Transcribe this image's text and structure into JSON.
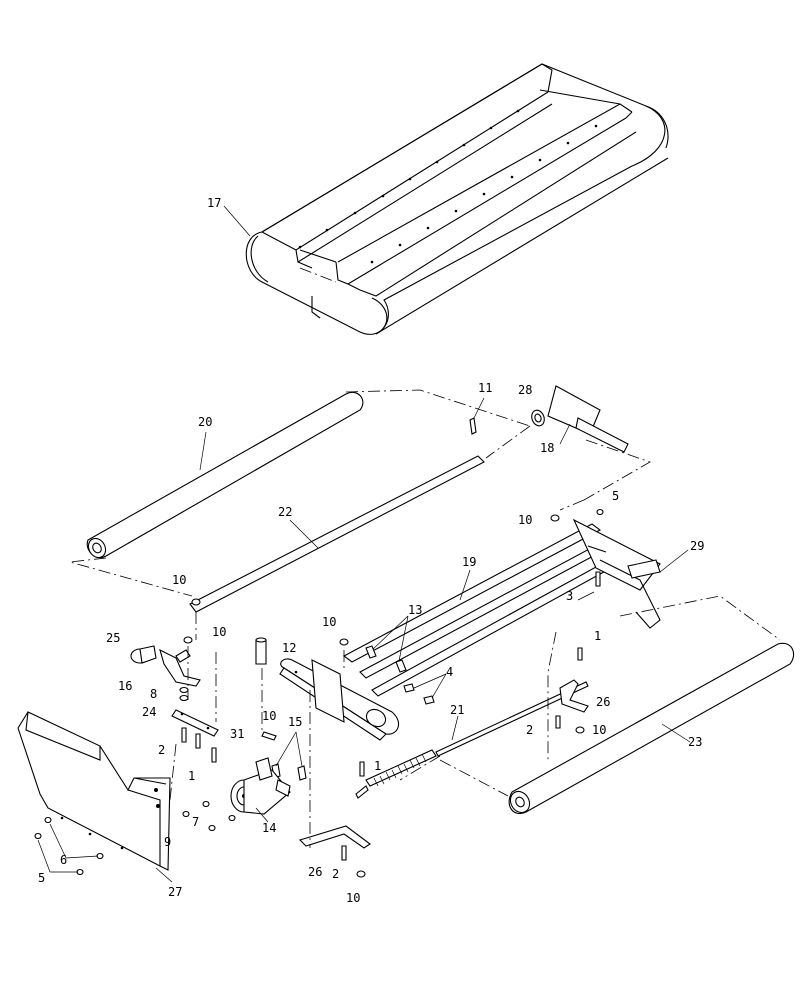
{
  "diagram": {
    "callouts": [
      {
        "id": "c17",
        "label": "17"
      },
      {
        "id": "c20",
        "label": "20"
      },
      {
        "id": "c11",
        "label": "11"
      },
      {
        "id": "c28",
        "label": "28"
      },
      {
        "id": "c18",
        "label": "18"
      },
      {
        "id": "c22",
        "label": "22"
      },
      {
        "id": "c5a",
        "label": "5"
      },
      {
        "id": "c10a",
        "label": "10"
      },
      {
        "id": "c29",
        "label": "29"
      },
      {
        "id": "c19",
        "label": "19"
      },
      {
        "id": "c3",
        "label": "3"
      },
      {
        "id": "c10b",
        "label": "10"
      },
      {
        "id": "c25",
        "label": "25"
      },
      {
        "id": "c10c",
        "label": "10"
      },
      {
        "id": "c13",
        "label": "13"
      },
      {
        "id": "c10d",
        "label": "10"
      },
      {
        "id": "c12",
        "label": "12"
      },
      {
        "id": "c16",
        "label": "16"
      },
      {
        "id": "c8",
        "label": "8"
      },
      {
        "id": "c4",
        "label": "4"
      },
      {
        "id": "c1a",
        "label": "1"
      },
      {
        "id": "c26a",
        "label": "26"
      },
      {
        "id": "c24",
        "label": "24"
      },
      {
        "id": "c10e",
        "label": "10"
      },
      {
        "id": "c15",
        "label": "15"
      },
      {
        "id": "c21",
        "label": "21"
      },
      {
        "id": "c2a",
        "label": "2"
      },
      {
        "id": "c10f",
        "label": "10"
      },
      {
        "id": "c23",
        "label": "23"
      },
      {
        "id": "c31",
        "label": "31"
      },
      {
        "id": "c2b",
        "label": "2"
      },
      {
        "id": "c1b",
        "label": "1"
      },
      {
        "id": "c1c",
        "label": "1"
      },
      {
        "id": "c7",
        "label": "7"
      },
      {
        "id": "c9",
        "label": "9"
      },
      {
        "id": "c14",
        "label": "14"
      },
      {
        "id": "c6",
        "label": "6"
      },
      {
        "id": "c5b",
        "label": "5"
      },
      {
        "id": "c27",
        "label": "27"
      },
      {
        "id": "c26b",
        "label": "26"
      },
      {
        "id": "c2c",
        "label": "2"
      },
      {
        "id": "c10g",
        "label": "10"
      }
    ]
  }
}
